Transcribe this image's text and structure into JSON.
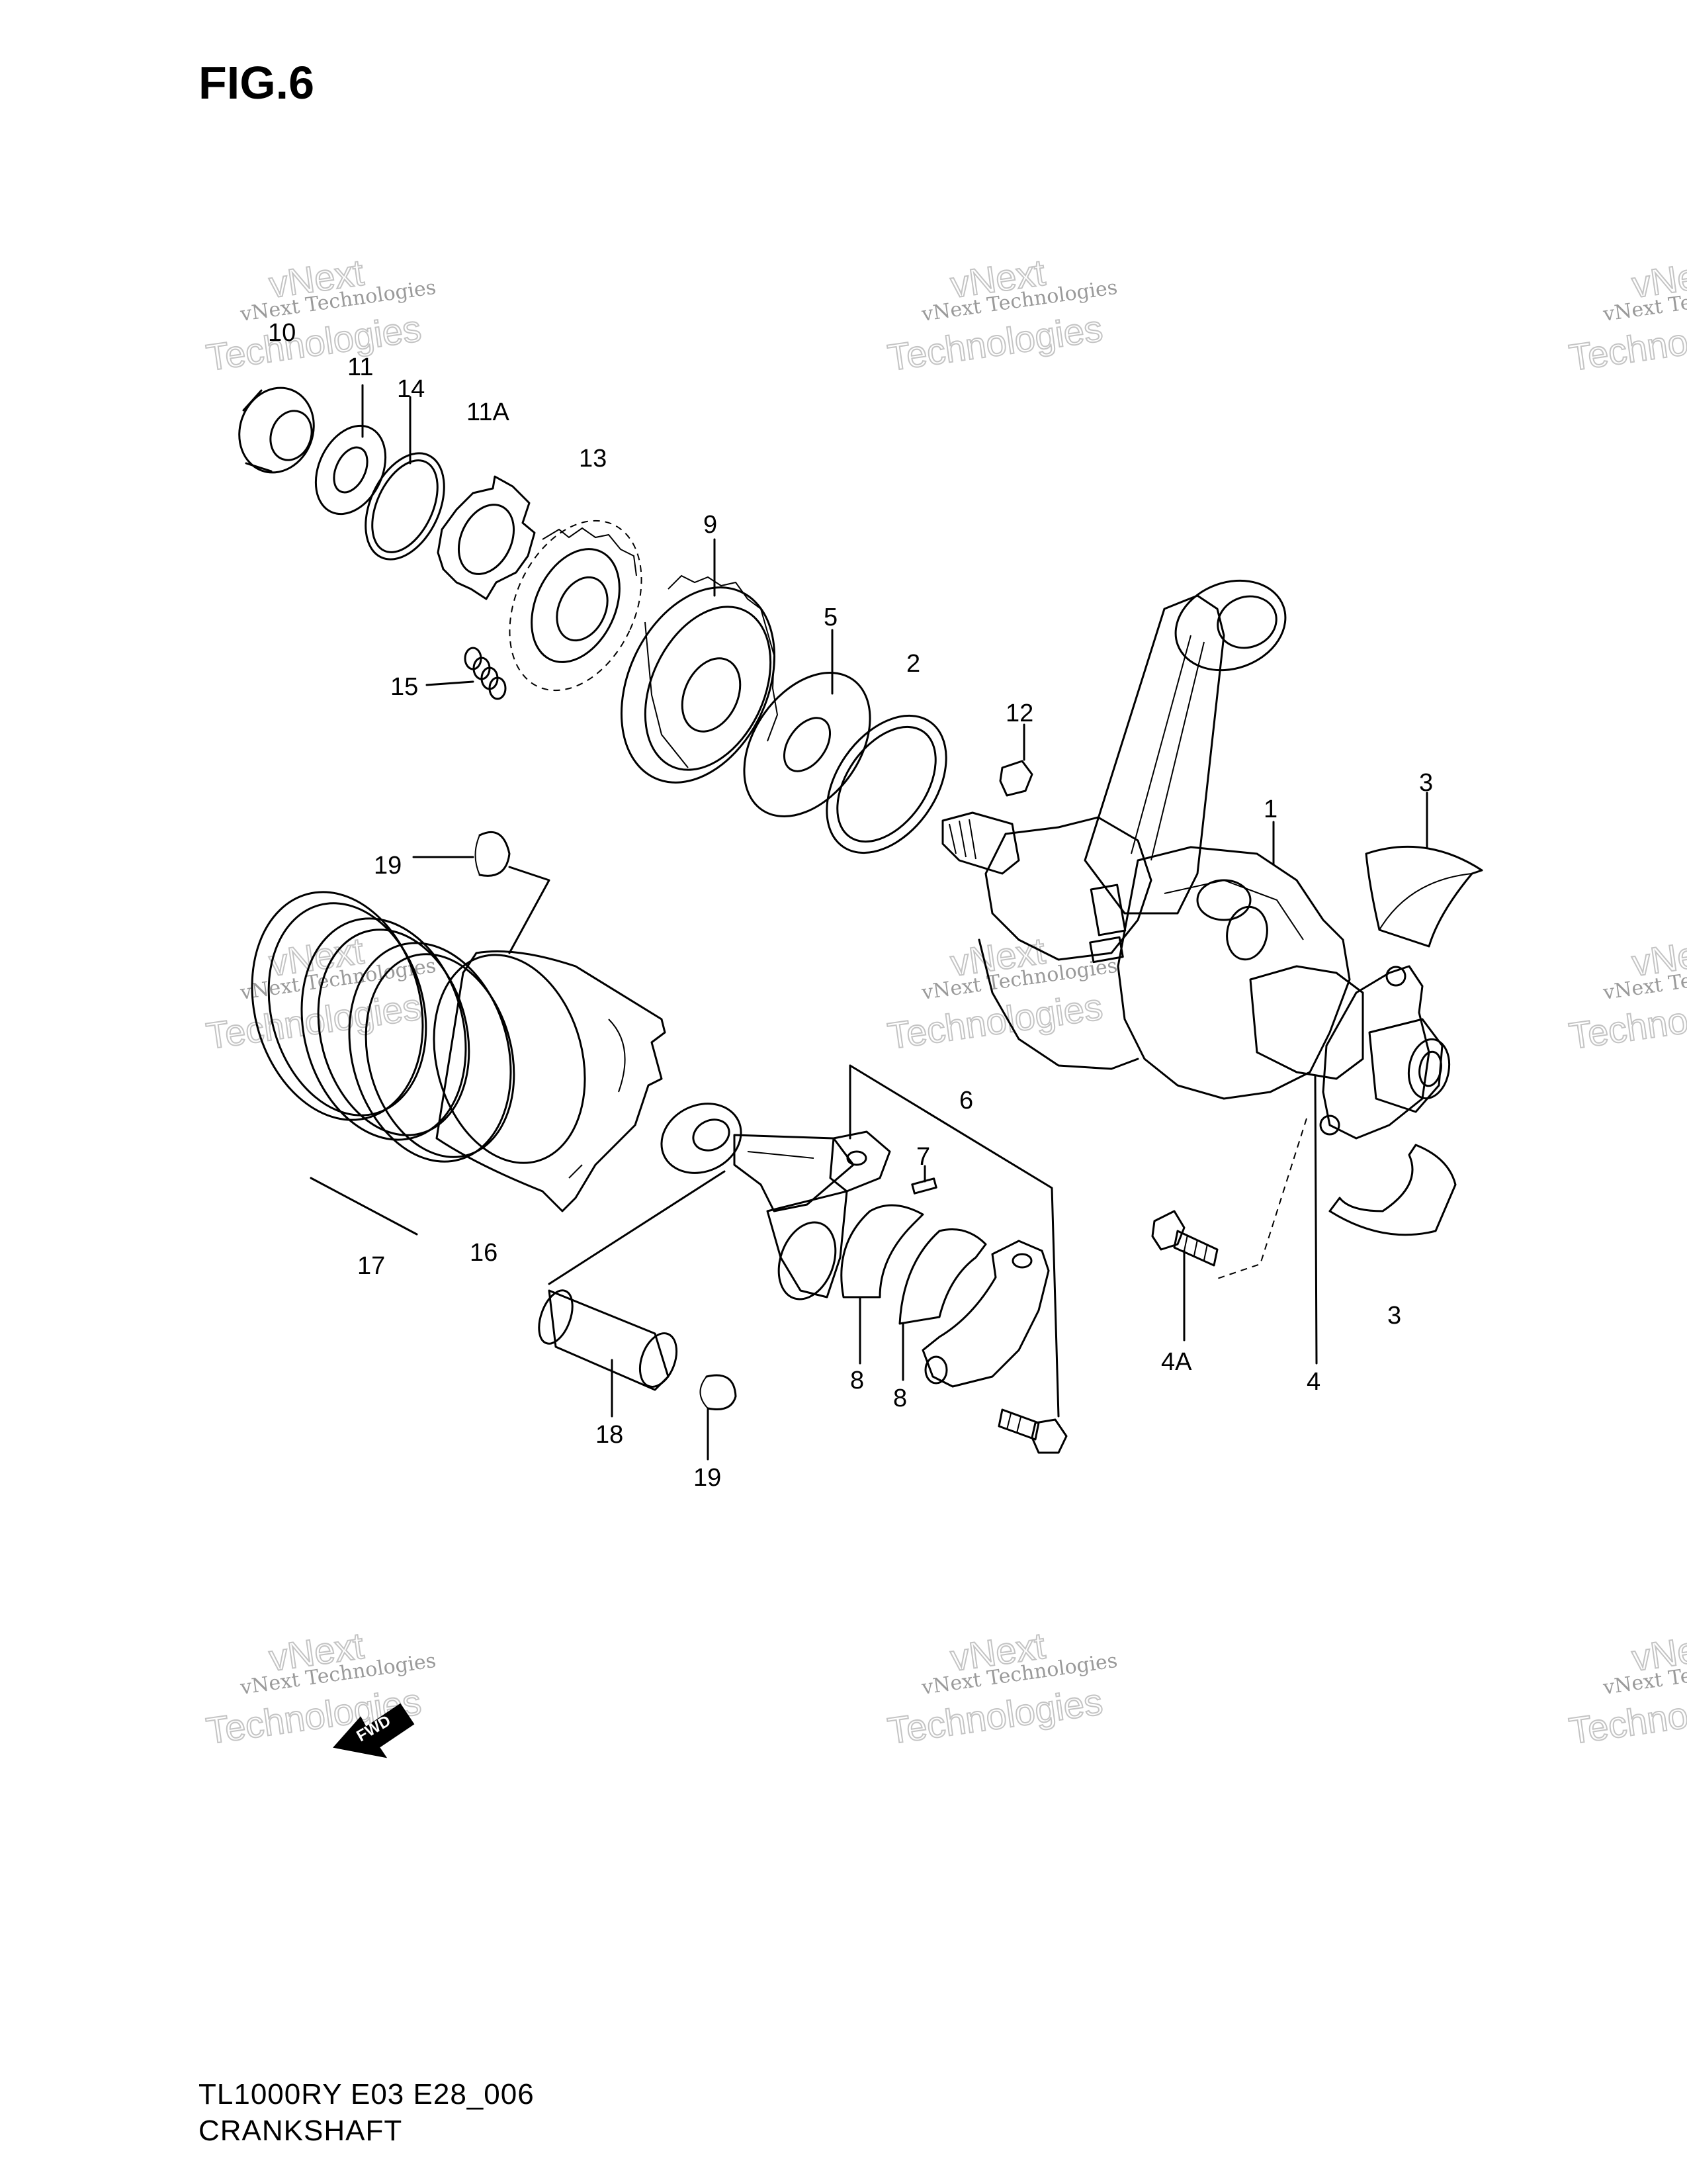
{
  "figure_title": "FIG.6",
  "footer": {
    "model_code": "TL1000RY E03 E28_006",
    "section_name": "CRANKSHAFT"
  },
  "watermark": {
    "line_small": "vNext Technologies",
    "line_big_top": "vNext",
    "line_big_bottom": "Technologies"
  },
  "direction_arrow": {
    "text": "FWD"
  },
  "callouts": {
    "c10": "10",
    "c11": "11",
    "c14": "14",
    "c11a": "11A",
    "c13": "13",
    "c9": "9",
    "c5": "5",
    "c2": "2",
    "c12": "12",
    "c15": "15",
    "c1": "1",
    "c3a": "3",
    "c3b": "3",
    "c19a": "19",
    "c19b": "19",
    "c6": "6",
    "c7": "7",
    "c17": "17",
    "c16": "16",
    "c8a": "8",
    "c8b": "8",
    "c4a": "4A",
    "c4": "4",
    "c18": "18"
  }
}
